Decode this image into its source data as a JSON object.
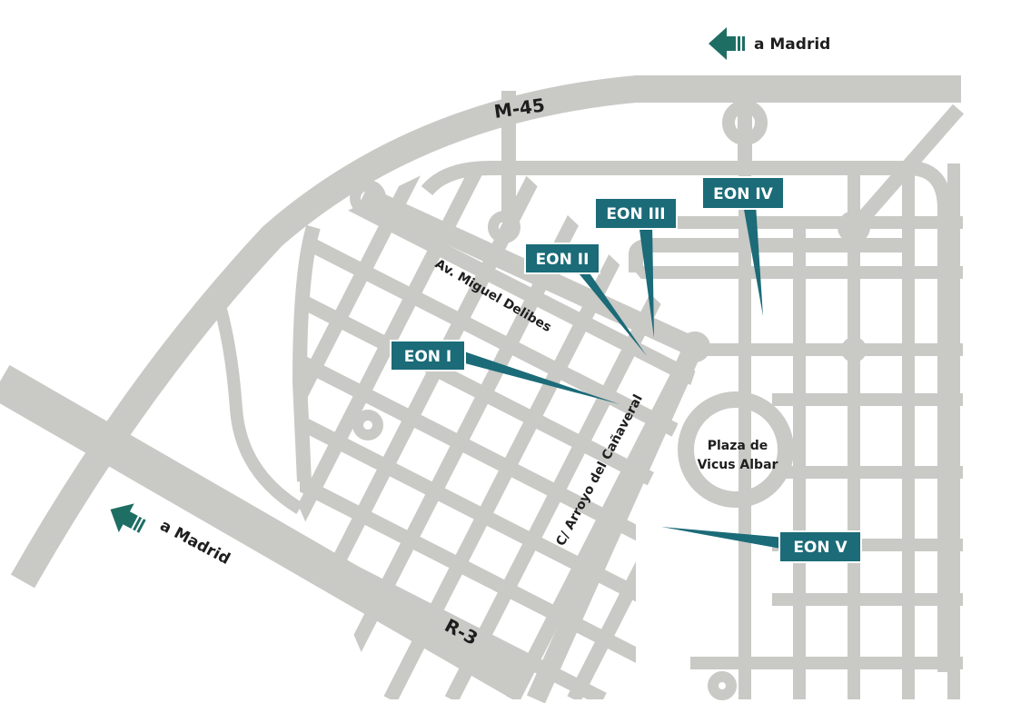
{
  "colors": {
    "road": "#c9c9c6",
    "label_bg": "#1b6b78",
    "arrow": "#1e6e63",
    "text": "#1e1e1e"
  },
  "directions": [
    {
      "icon": "arrow-left-icon",
      "label": "a Madrid"
    },
    {
      "icon": "arrow-left-icon",
      "label": "a Madrid"
    }
  ],
  "roads": {
    "m45": "M-45",
    "r3": "R-3",
    "av_miguel_delibes": "Av. Miguel Delibes",
    "c_arroyo": "C/ Arroyo del Cañaveral"
  },
  "plaza": {
    "line1": "Plaza de",
    "line2": "Vicus Albar"
  },
  "buildings": [
    {
      "label": "EON I"
    },
    {
      "label": "EON II"
    },
    {
      "label": "EON III"
    },
    {
      "label": "EON IV"
    },
    {
      "label": "EON V"
    }
  ]
}
